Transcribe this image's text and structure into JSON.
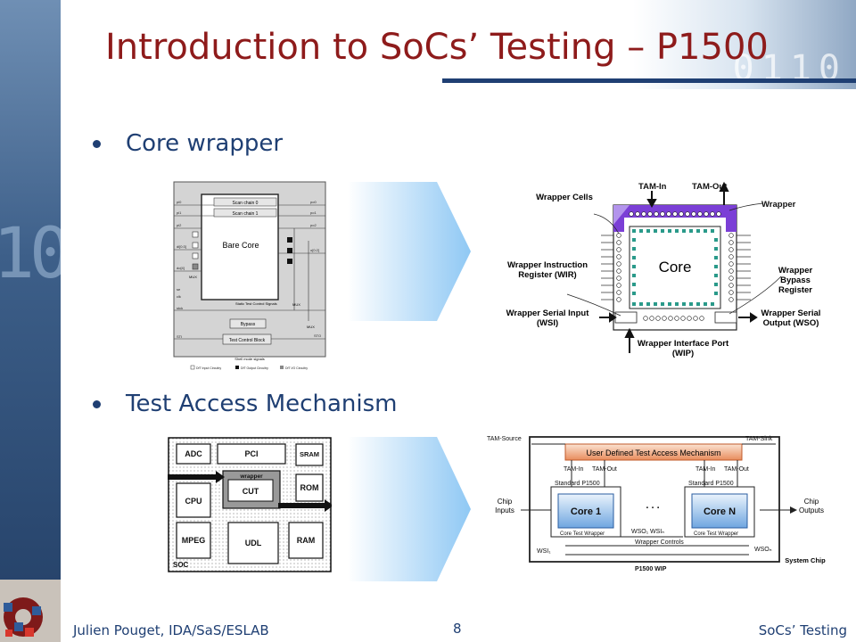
{
  "title": "Introduction to SoCs’ Testing – P1500",
  "bullets": [
    "Core wrapper",
    "Test Access Mechanism"
  ],
  "shell_diagram": {
    "scan_chain_0": "Scan chain 0",
    "scan_chain_1": "Scan chain 1",
    "core": "Bare Core",
    "mux1": "MUX",
    "mux2": "MUX",
    "mux3": "MUX",
    "static_test": "Static Test Control Signals",
    "bypass": "Bypass",
    "test_control": "Test Control Block",
    "shell_mode": "Shell mode signals",
    "left_labels": [
      "pi0",
      "pi1",
      "pi2",
      "di[0:3]",
      "do[4]",
      "se",
      "clk",
      "stck",
      "STI"
    ],
    "right_labels": [
      "po0",
      "po1",
      "po2",
      "o[0:2]",
      "STO"
    ],
    "legend": [
      "DfT Input Circuitry",
      "DfT Output Circuitry",
      "DfT I/O Circuitry"
    ]
  },
  "wrapper_diagram": {
    "core": "Core",
    "tam_in": "TAM-In",
    "tam_out": "TAM-Out",
    "wrapper": "Wrapper",
    "wrapper_cells": "Wrapper Cells",
    "wir": "Wrapper Instruction Register (WIR)",
    "wby": "Wrapper Bypass Register",
    "wsi": "Wrapper Serial Input (WSI)",
    "wso": "Wrapper Serial Output (WSO)",
    "wip": "Wrapper Interface Port (WIP)"
  },
  "soc_diagram": {
    "blocks": [
      "ADC",
      "PCI",
      "SRAM",
      "CPU",
      "CUT",
      "ROM",
      "MPEG",
      "UDL",
      "RAM"
    ],
    "wrapper": "wrapper",
    "soc": "SOC"
  },
  "tam_diagram": {
    "tam_source": "TAM-Source",
    "tam_sink": "TAM-Sink",
    "mechanism": "User Defined Test Access Mechanism",
    "tam_in": "TAM-In",
    "tam_out": "TAM-Out",
    "standard": "Standard P1500",
    "core1": "Core 1",
    "coreN": "Core N",
    "dots": ". . .",
    "core_wrapper": "Core Test Wrapper",
    "chip_inputs": "Chip Inputs",
    "chip_outputs": "Chip Outputs",
    "wso_wsi": "WSO₁ WSIₙ",
    "wsi1": "WSI₁",
    "wson": "WSOₙ",
    "wrapper_controls": "Wrapper Controls",
    "wip": "P1500 WIP",
    "system_chip": "System Chip"
  },
  "footer": {
    "author": "Julien Pouget, IDA/SaS/ESLAB",
    "page": "8",
    "topic": "SoCs’ Testing"
  },
  "colors": {
    "title": "#8e1b1b",
    "text": "#1f3f73",
    "arrow": "#8fc8f4",
    "wrapper_purple": "#7b3fd6",
    "wrapper_cell": "#2a9a8a"
  }
}
